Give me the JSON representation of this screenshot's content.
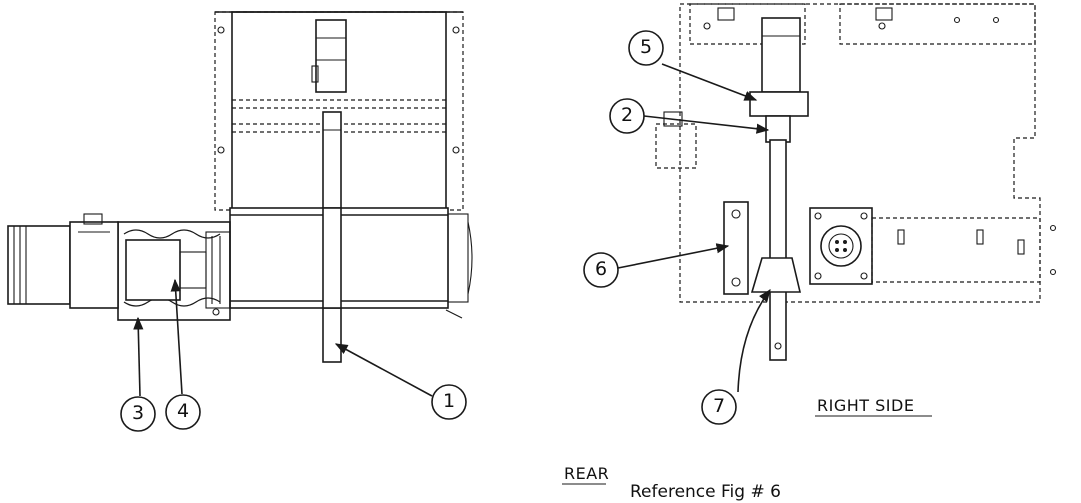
{
  "callouts": [
    {
      "id": "1",
      "text": "1"
    },
    {
      "id": "2",
      "text": "2"
    },
    {
      "id": "3",
      "text": "3"
    },
    {
      "id": "4",
      "text": "4"
    },
    {
      "id": "5",
      "text": "5"
    },
    {
      "id": "6",
      "text": "6"
    },
    {
      "id": "7",
      "text": "7"
    }
  ],
  "views": {
    "rear": "REAR",
    "right_side": "RIGHT SIDE"
  },
  "caption": "Reference Fig # 6"
}
